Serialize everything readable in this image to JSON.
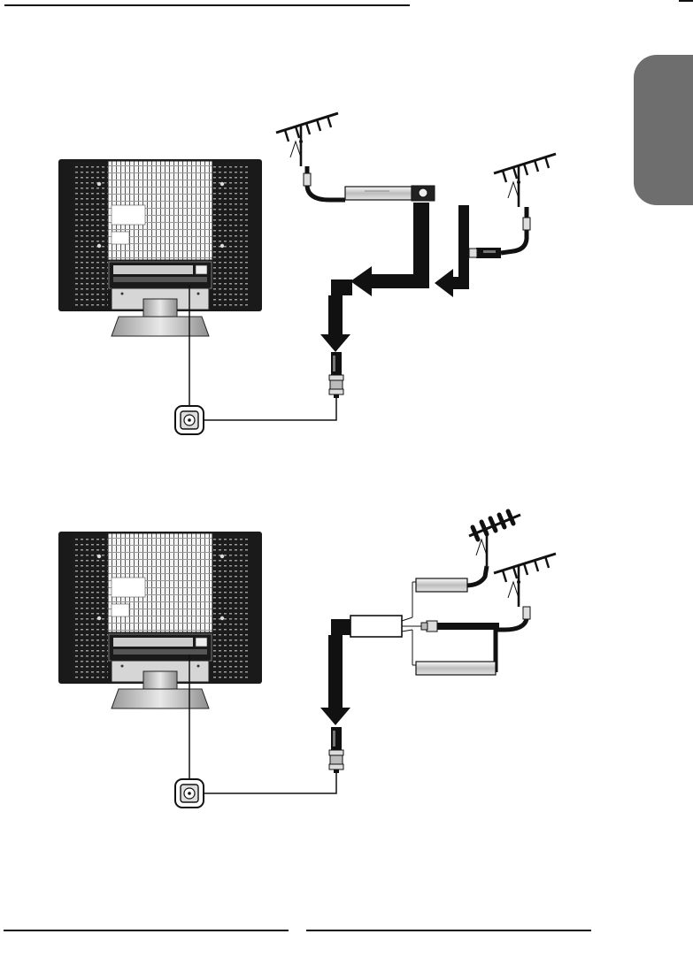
{
  "page": {
    "background": "#ffffff",
    "ink": "#1a1a1a",
    "tab_color": "#6e6e6e"
  },
  "diagrams": [
    {
      "name": "single-antenna-with-amplifier-connection",
      "components": [
        "tv-rear-panel",
        "antenna",
        "antenna",
        "amplifier",
        "arrow",
        "arrow",
        "arrow",
        "rf-plug",
        "antenna-socket-callout"
      ]
    },
    {
      "name": "two-antennas-with-combiner-connection",
      "components": [
        "tv-rear-panel",
        "antenna",
        "antenna",
        "combiner",
        "arrow",
        "rf-plug",
        "antenna-socket-callout"
      ]
    }
  ],
  "icons": [
    "antenna-icon",
    "amplifier-icon",
    "combiner-icon",
    "rf-plug-icon",
    "antenna-socket-icon",
    "arrow-icon",
    "tv-icon"
  ]
}
